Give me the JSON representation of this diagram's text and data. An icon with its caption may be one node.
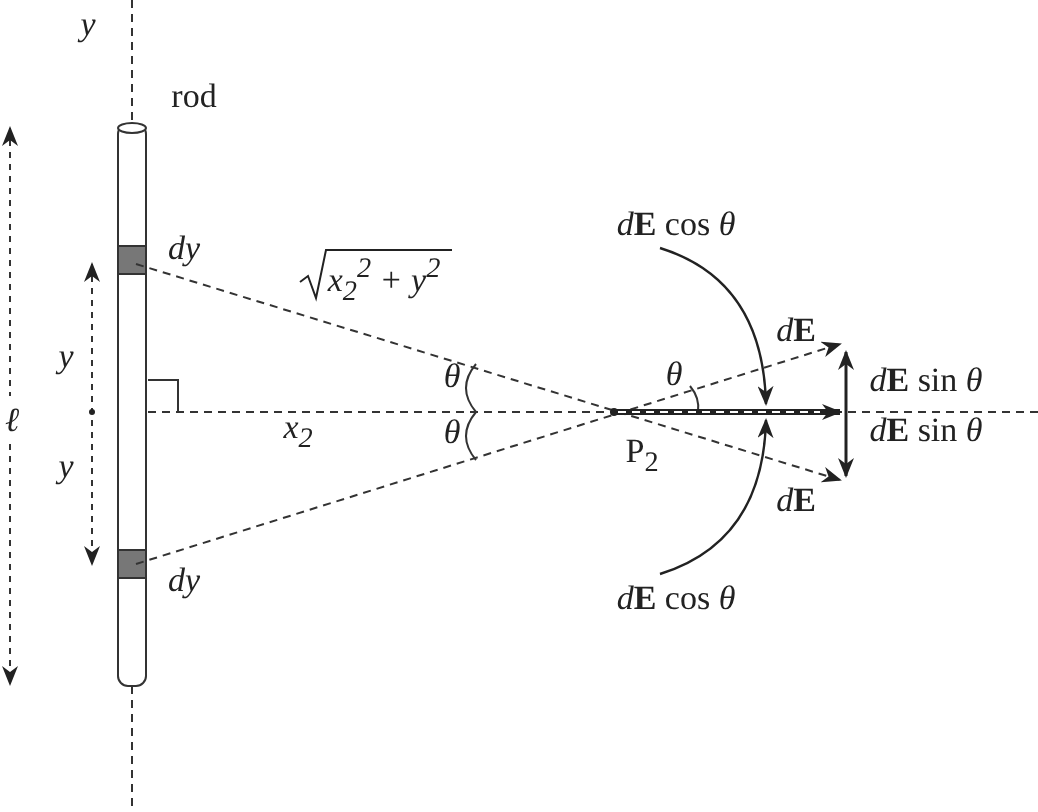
{
  "diagram": {
    "nodes": [
      {
        "text": [
          "*d*⁠**E** cos *θ*"
        ]
      },
      {
        "text": [
          "*d*⁠**E** cos *θ*"
        ]
      }
    ],
    "edges": [
      {
        "from": 0,
        "to": null,
        "arrow": "to"
      },
      {
        "from": 1,
        "to": null,
        "arrow": "to"
      }
    ],
    "labels": [
      "y",
      "rod",
      "dy",
      "x$_{2}$$^{2}$ + y$^{2}$",
      "θ",
      "P$_{2}$",
      "*d*⁠**E**",
      "*d*⁠**E** sin *θ*",
      "y",
      "ℓ",
      "θ",
      "x$_{2}$",
      "θ",
      "*d*⁠**E** sin *θ*",
      "y",
      "*d*⁠**E**",
      "dy"
    ]
  }
}
